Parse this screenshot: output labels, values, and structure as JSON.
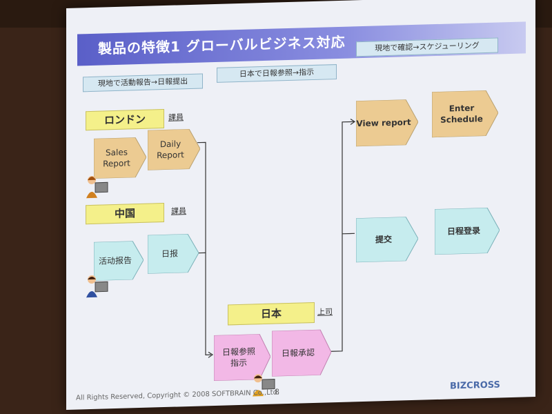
{
  "slide": {
    "title": "製品の特徴1 グローバルビジネス対応",
    "sections": [
      "現地で活動報告→日報提出",
      "日本で日報参照→指示",
      "現地で確認→スケジューリング"
    ],
    "cities": {
      "london": {
        "name": "ロンドン",
        "role": "課員"
      },
      "china": {
        "name": "中国",
        "role": "課員"
      },
      "japan": {
        "name": "日本",
        "role": "上司"
      }
    },
    "steps": {
      "sales_report": "Sales Report",
      "daily_report": "Daily Report",
      "activity_report_cn": "活动报告",
      "daily_report_cn": "日报",
      "view_report": "View report",
      "enter_schedule": "Enter Schedule",
      "submit_cn": "提交",
      "schedule_register_cn": "日程登录",
      "daily_ref_line1": "日報参照",
      "daily_ref_line2": "指示",
      "daily_approve": "日報承認"
    },
    "footer": {
      "copyright": "All Rights Reserved, Copyright © 2008 SOFTBRAIN Co.,Ltd.",
      "page": "8",
      "logo": "BIZCROSS"
    }
  },
  "colors": {
    "title_bar": "#5a5fc8",
    "report_orange": "#eccb92",
    "report_blue": "#c6ecee",
    "report_pink": "#f2b8e6",
    "city_yellow": "#f4f08a"
  }
}
